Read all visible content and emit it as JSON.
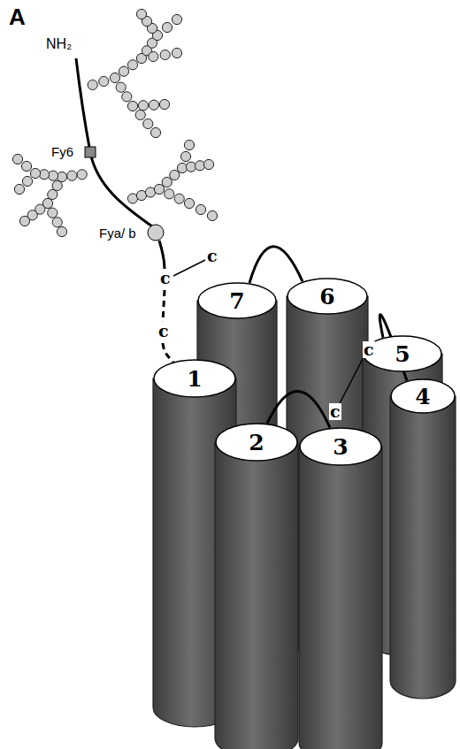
{
  "diagram": {
    "nodes": [
      {
        "text": [
          "1"
        ]
      },
      {
        "text": [
          "2"
        ]
      },
      {
        "text": [
          "3"
        ]
      },
      {
        "text": [
          "4"
        ]
      },
      {
        "text": [
          "5"
        ]
      },
      {
        "text": [
          "6"
        ]
      },
      {
        "text": [
          "7"
        ]
      }
    ],
    "edges": [
      {
        "from": 1,
        "to": 2,
        "arrow": "none"
      },
      {
        "from": 3,
        "to": 4,
        "arrow": "none"
      },
      {
        "from": 5,
        "to": 6,
        "arrow": "none"
      }
    ],
    "labels": [
      "A",
      "NH₂",
      "Fy6",
      "Fya/ b",
      "c",
      "c",
      "c",
      "c",
      "c"
    ]
  }
}
